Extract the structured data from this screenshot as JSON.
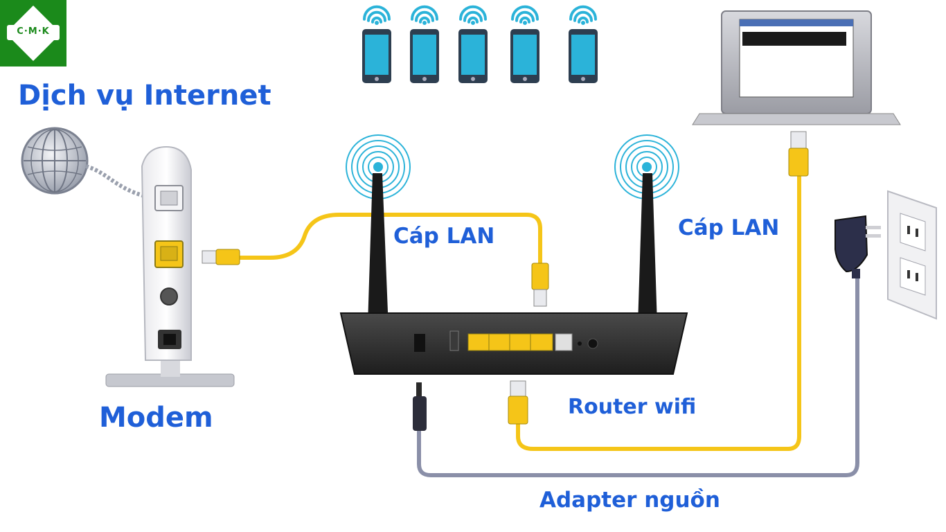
{
  "logo": {
    "text": "C·M·K",
    "color": "#1b8a1b"
  },
  "labels": {
    "internet": "Dịch vụ Internet",
    "modem": "Modem",
    "lan_cable_1": "Cáp LAN",
    "lan_cable_2": "Cáp LAN",
    "router": "Router wifi",
    "power_adapter": "Adapter nguồn"
  },
  "icons": [
    "globe-icon",
    "modem-icon",
    "router-icon",
    "phone-icon",
    "wifi-signal-icon",
    "laptop-icon",
    "power-adapter-icon",
    "wall-outlet-icon",
    "ethernet-plug-icon"
  ],
  "colors": {
    "label_blue": "#1f5fd8",
    "lan_cable": "#f5c518",
    "power_cable": "#8a8fa8",
    "phone": "#2bb3d9",
    "wifi": "#2bb3d9",
    "router_body": "#2b2b2b"
  },
  "phones_count": 5
}
